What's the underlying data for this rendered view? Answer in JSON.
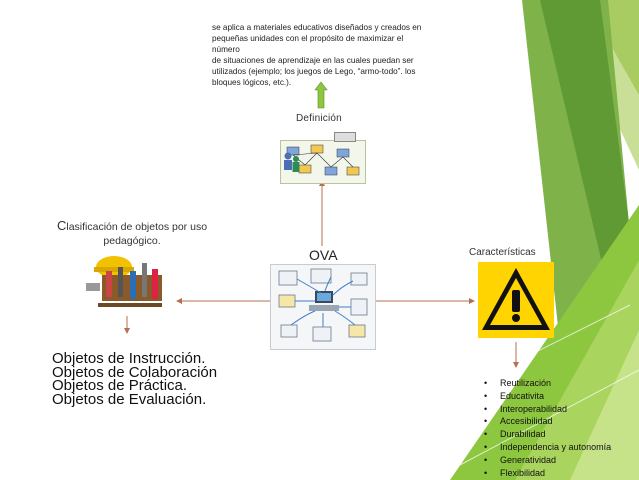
{
  "definition": {
    "label": "Definición",
    "text_lines": [
      "se aplica a materiales educativos diseñados y creados en",
      "pequeñas unidades con el propósito de maximizar el",
      "número",
      "de situaciones de aprendizaje en las cuales puedan ser",
      "utilizados (ejemplo; los juegos de Lego, “armo-todo”. los",
      "bloques lógicos, etc.)."
    ]
  },
  "center": {
    "label": "OVA"
  },
  "classification": {
    "label_initial": "C",
    "label_rest": "lasificación de objetos por uso pedagógico.",
    "items": [
      "Objetos de Instrucción.",
      "Objetos de Colaboración",
      "Objetos de Práctica.",
      "Objetos de Evaluación."
    ]
  },
  "characteristics": {
    "label": "Características",
    "items": [
      "Reutilización",
      "Educativita",
      "Interoperabilidad",
      "Accesibilidad",
      "Durabilidad",
      "Independencia y autonomía",
      "Generatividad",
      "Flexibilidad"
    ]
  },
  "colors": {
    "accent_green": "#8dc63f",
    "dark_green": "#3d7a2a",
    "arrow_brown": "#b5714d",
    "warning_yellow": "#ffd400"
  },
  "icons": [
    "network-diagram-icon",
    "computer-network-icon",
    "tools-icon",
    "warning-sign-icon"
  ]
}
